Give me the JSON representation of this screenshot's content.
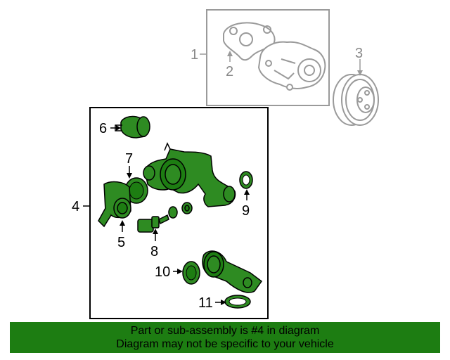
{
  "callouts": {
    "c1": "1",
    "c2": "2",
    "c3": "3",
    "c4": "4",
    "c5": "5",
    "c6": "6",
    "c7": "7",
    "c8": "8",
    "c9": "9",
    "c10": "10",
    "c11": "11"
  },
  "banner": {
    "line1": "Part or sub-assembly is #4 in diagram",
    "line2": "Diagram may not be specific to your vehicle"
  },
  "colors": {
    "highlight": "#1d7d12",
    "part_green": "#2e8b22",
    "outline": "#000000",
    "grey_outline": "#9a9a9a"
  }
}
